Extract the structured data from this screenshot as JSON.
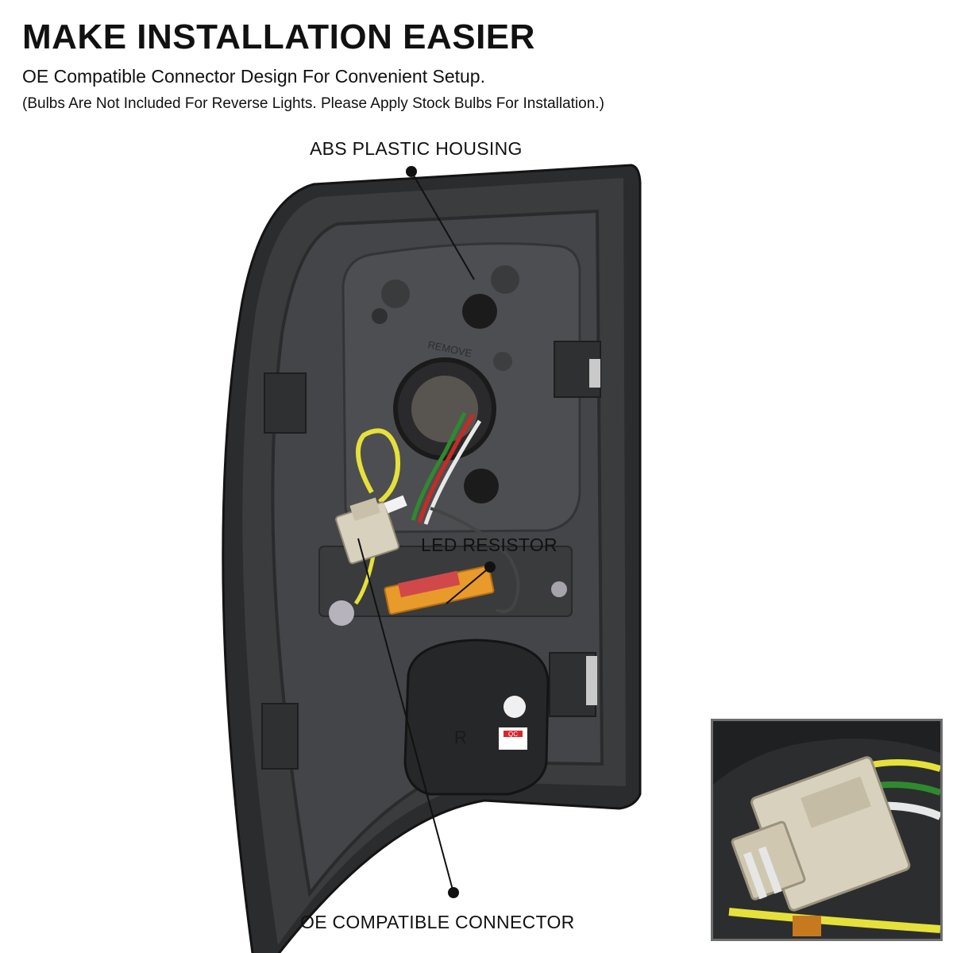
{
  "header": {
    "title": "MAKE INSTALLATION EASIER",
    "subtitle": "OE Compatible Connector Design For Convenient Setup.",
    "note": "(Bulbs Are Not Included For Reverse Lights. Please Apply Stock Bulbs For Installation.)"
  },
  "callouts": {
    "housing": "ABS PLASTIC HOUSING",
    "resistor": "LED RESISTOR",
    "connector": "OE COMPATIBLE CONNECTOR"
  },
  "product": {
    "embossed_remove": "REMOVE",
    "qc_label": "QC",
    "reverse_mark": "R"
  },
  "colors": {
    "housing": "#3b3c3e",
    "resistor": "#e89a2a",
    "connector": "#d8d1bd"
  }
}
